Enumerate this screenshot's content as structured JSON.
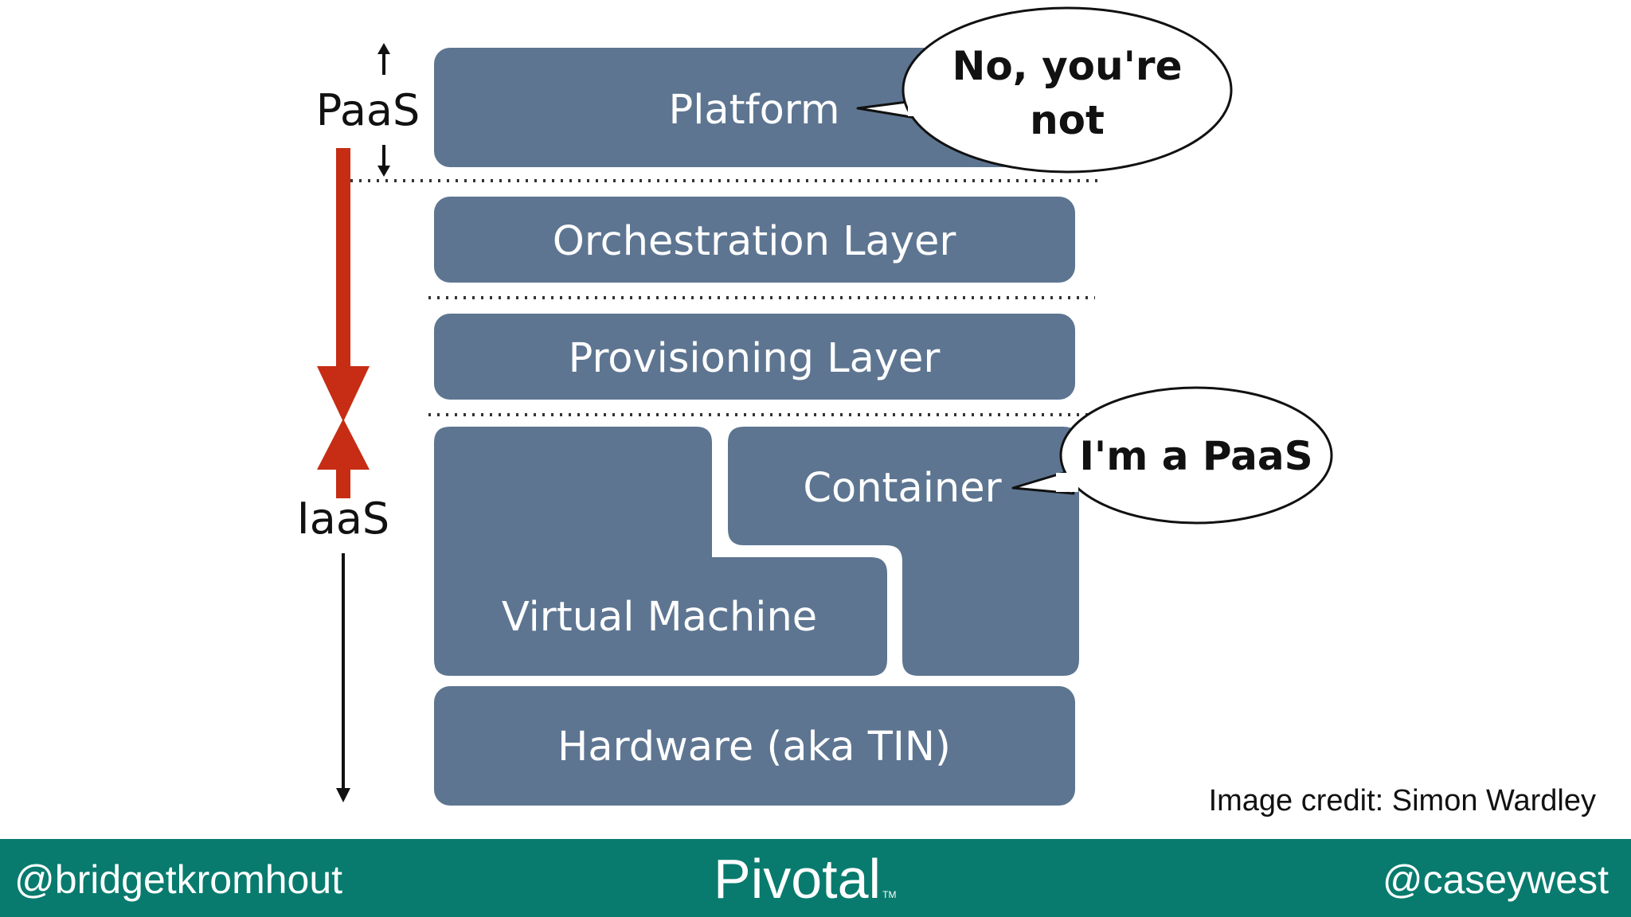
{
  "diagram": {
    "layers": {
      "platform": "Platform",
      "orchestration": "Orchestration Layer",
      "provisioning": "Provisioning Layer",
      "container": "Container",
      "virtual_machine": "Virtual Machine",
      "hardware": "Hardware (aka TIN)"
    },
    "bubbles": {
      "platform_line1": "No, you're",
      "platform_line2": "not",
      "container": "I'm a PaaS"
    },
    "axis": {
      "paas": "PaaS",
      "iaas": "IaaS"
    },
    "colors": {
      "layer_fill": "#5d7591",
      "red_arrow": "#c62d14",
      "footer": "#087b6e"
    }
  },
  "credit": "Image credit: Simon Wardley",
  "footer": {
    "left_handle": "@bridgetkromhout",
    "logo": "Pivotal",
    "logo_mark": "TM",
    "right_handle": "@caseywest"
  }
}
